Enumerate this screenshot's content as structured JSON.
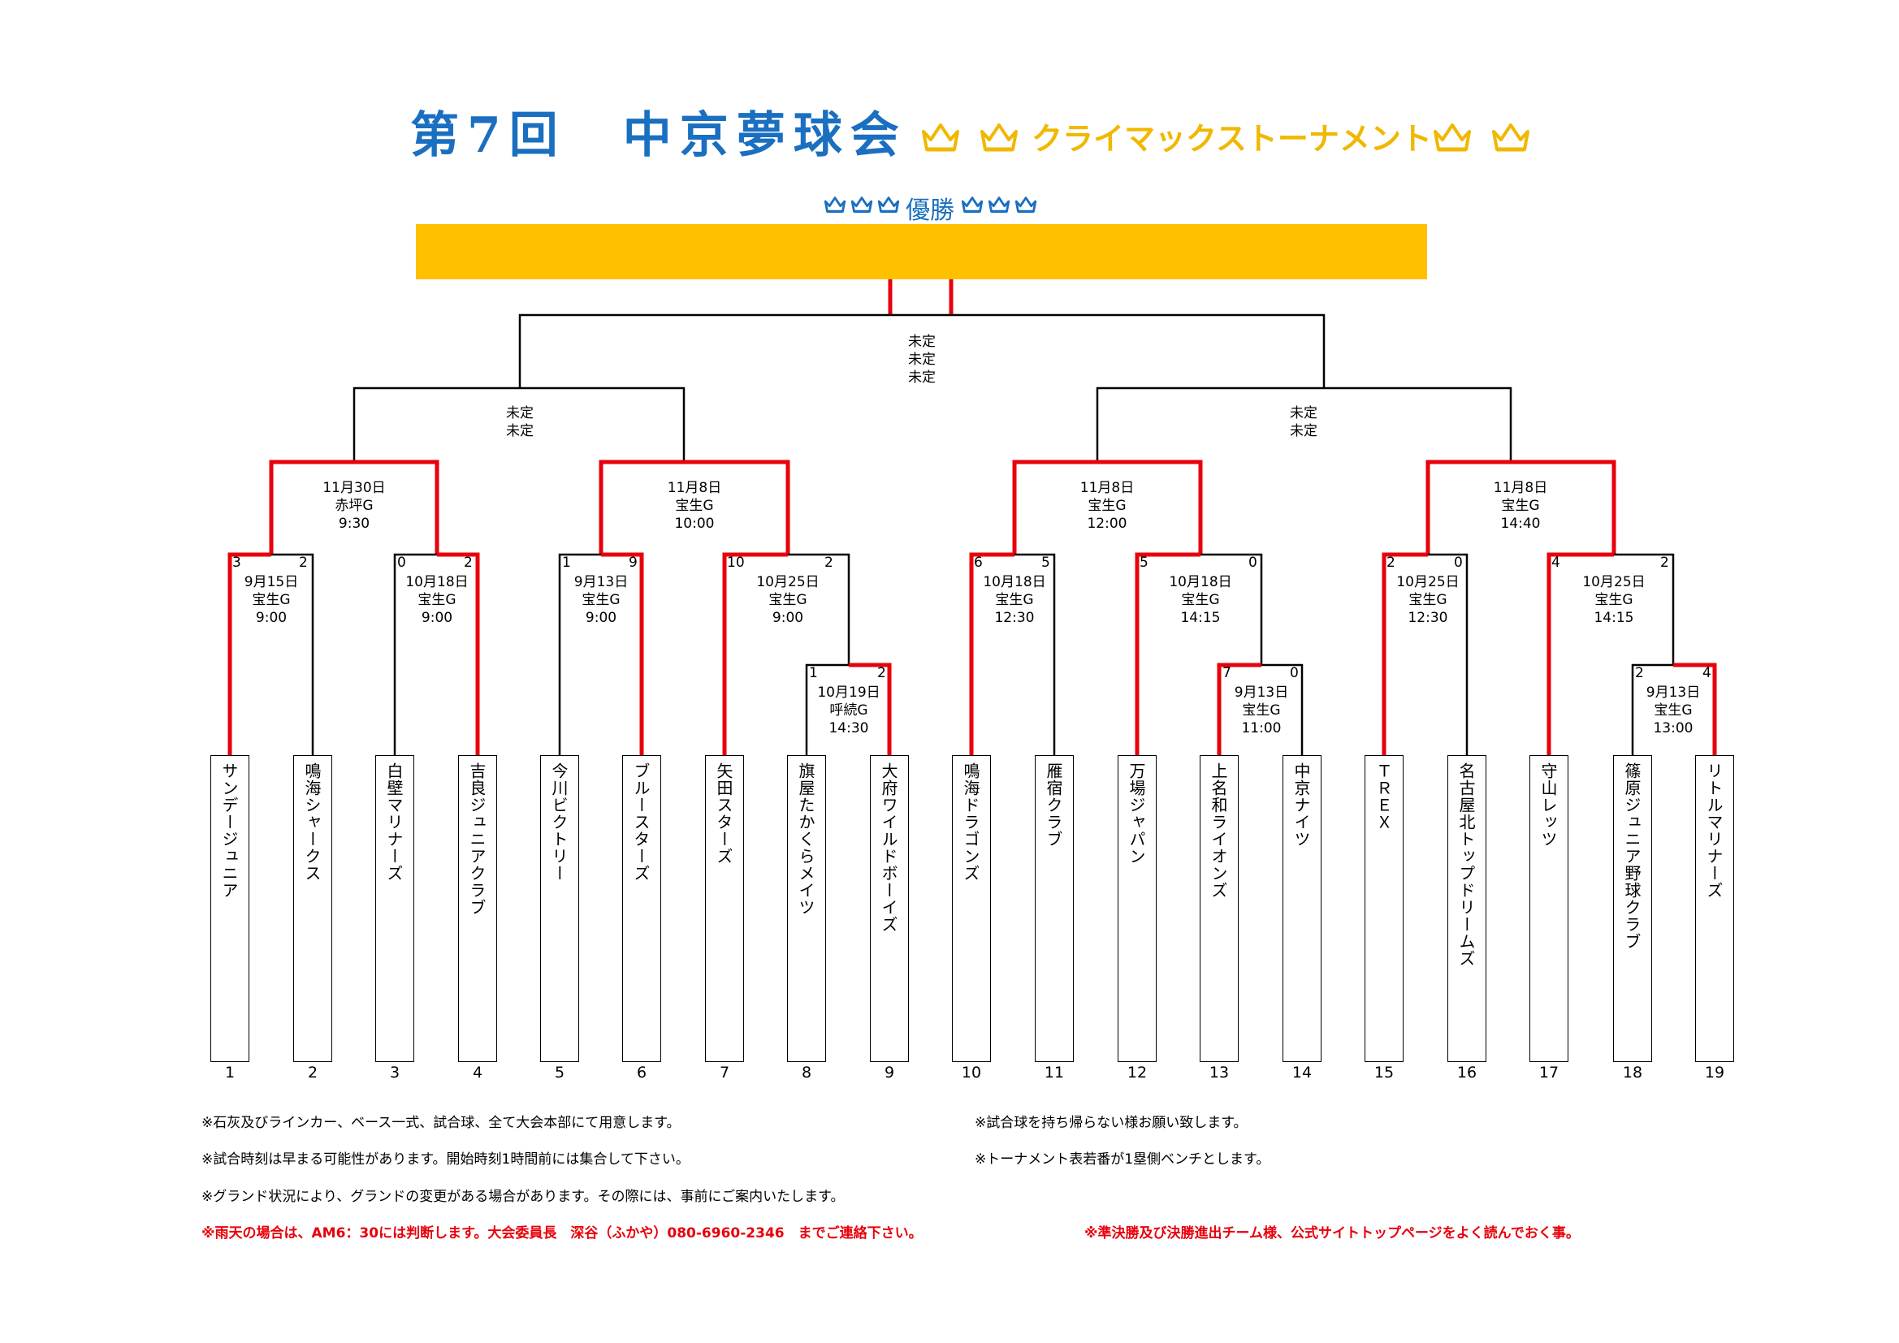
{
  "header": {
    "title": "第7回　中京夢球会",
    "subtitle": "クライマックストーナメント",
    "champion_label": "優勝"
  },
  "colors": {
    "title": "#1a6fc0",
    "subtitle": "#f0b800",
    "champion_bar": "#ffc000",
    "winner_path": "#e8000b",
    "line": "#000000"
  },
  "icons": [
    "crown-icon"
  ],
  "teams": [
    {
      "no": "1",
      "name": "サンデージュニア"
    },
    {
      "no": "2",
      "name": "鳴海シャークス"
    },
    {
      "no": "3",
      "name": "白壁マリナーズ"
    },
    {
      "no": "4",
      "name": "吉良ジュニアクラブ"
    },
    {
      "no": "5",
      "name": "今川ビクトリー"
    },
    {
      "no": "6",
      "name": "ブルースターズ"
    },
    {
      "no": "7",
      "name": "矢田スターズ"
    },
    {
      "no": "8",
      "name": "旗屋たかくらメイツ"
    },
    {
      "no": "9",
      "name": "大府ワイルドボーイズ"
    },
    {
      "no": "10",
      "name": "鳴海ドラゴンズ"
    },
    {
      "no": "11",
      "name": "雁宿クラブ"
    },
    {
      "no": "12",
      "name": "万場ジャパン"
    },
    {
      "no": "13",
      "name": "上名和ライオンズ"
    },
    {
      "no": "14",
      "name": "中京ナイツ"
    },
    {
      "no": "15",
      "name": "ＴＲＥＸ"
    },
    {
      "no": "16",
      "name": "名古屋北トップドリームズ"
    },
    {
      "no": "17",
      "name": "守山レッツ"
    },
    {
      "no": "18",
      "name": "篠原ジュニア野球クラブ"
    },
    {
      "no": "19",
      "name": "リトルマリナーズ"
    }
  ],
  "matches": {
    "m8_9": {
      "date": "10月19日",
      "venue": "呼続G",
      "time": "14:30",
      "score_left": "1",
      "score_right": "2"
    },
    "m13_14": {
      "date": "9月13日",
      "venue": "宝生G",
      "time": "11:00",
      "score_left": "7",
      "score_right": "0"
    },
    "m18_19": {
      "date": "9月13日",
      "venue": "宝生G",
      "time": "13:00",
      "score_left": "2",
      "score_right": "4"
    },
    "m1_2": {
      "date": "9月15日",
      "venue": "宝生G",
      "time": "9:00",
      "score_left": "3",
      "score_right": "2"
    },
    "m3_4": {
      "date": "10月18日",
      "venue": "宝生G",
      "time": "9:00",
      "score_left": "0",
      "score_right": "2"
    },
    "m5_6": {
      "date": "9月13日",
      "venue": "宝生G",
      "time": "9:00",
      "score_left": "1",
      "score_right": "9"
    },
    "m7_w89": {
      "date": "10月25日",
      "venue": "宝生G",
      "time": "9:00",
      "score_left": "10",
      "score_right": "2"
    },
    "m10_11": {
      "date": "10月18日",
      "venue": "宝生G",
      "time": "12:30",
      "score_left": "6",
      "score_right": "5"
    },
    "m12_w1314": {
      "date": "10月18日",
      "venue": "宝生G",
      "time": "14:15",
      "score_left": "5",
      "score_right": "0"
    },
    "m15_16": {
      "date": "10月25日",
      "venue": "宝生G",
      "time": "12:30",
      "score_left": "2",
      "score_right": "0"
    },
    "m17_w1819": {
      "date": "10月25日",
      "venue": "宝生G",
      "time": "14:15",
      "score_left": "4",
      "score_right": "2"
    },
    "qf1": {
      "date": "11月30日",
      "venue": "赤坪G",
      "time": "9:30"
    },
    "qf2": {
      "date": "11月8日",
      "venue": "宝生G",
      "time": "10:00"
    },
    "qf3": {
      "date": "11月8日",
      "venue": "宝生G",
      "time": "12:00"
    },
    "qf4": {
      "date": "11月8日",
      "venue": "宝生G",
      "time": "14:40"
    },
    "sf1": {
      "line1": "未定",
      "line2": "未定"
    },
    "sf2": {
      "line1": "未定",
      "line2": "未定"
    },
    "final": {
      "line1": "未定",
      "line2": "未定",
      "line3": "未定"
    }
  },
  "notes": {
    "left1": "※石灰及びラインカー、ベース一式、試合球、全て大会本部にて用意します。",
    "left2": "※試合時刻は早まる可能性があります。開始時刻1時間前には集合して下さい。",
    "left3": "※グランド状況により、グランドの変更がある場合があります。その際には、事前にご案内いたします。",
    "left4": "※雨天の場合は、AM6：30には判断します。大会委員長　深谷（ふかや）080-6960-2346　までご連絡下さい。",
    "right1": "※試合球を持ち帰らない様お願い致します。",
    "right2": "※トーナメント表若番が1塁側ベンチとします。",
    "right3": "※準決勝及び決勝進出チーム様、公式サイトトップページをよく読んでおく事。"
  }
}
